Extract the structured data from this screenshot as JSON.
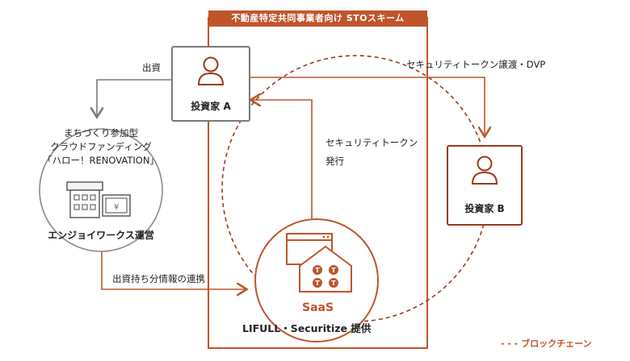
{
  "frame": {
    "title": "不動産特定共同事業者向け STOスキーム"
  },
  "investor_a": {
    "label": "投資家 A"
  },
  "investor_b": {
    "label": "投資家 B"
  },
  "crowdfunding": {
    "line1": "まちづくり参加型",
    "line2": "クラウドファンディング",
    "line3": "「ハロー！RENOVATION」",
    "operator": "エンジョイワークス運営"
  },
  "saas": {
    "label": "SaaS",
    "provider": "LIFULL・Securitize 提供"
  },
  "edges": {
    "investment": "出資",
    "transfer": "セキュリティトークン譲渡・DVP",
    "issuance_line1": "セキュリティトークン",
    "issuance_line2": "発行",
    "info_link": "出資持ち分情報の連携"
  },
  "legend": {
    "blockchain": "- - - ブロックチェーン"
  },
  "colors": {
    "accent": "#c0552c",
    "dark_accent": "#9c3a1e",
    "gray": "#7a7a7a"
  },
  "icons": {
    "investor_a": "person-icon",
    "investor_b": "person-icon",
    "crowdfunding": "building-icon",
    "saas": "house-token-icon"
  }
}
